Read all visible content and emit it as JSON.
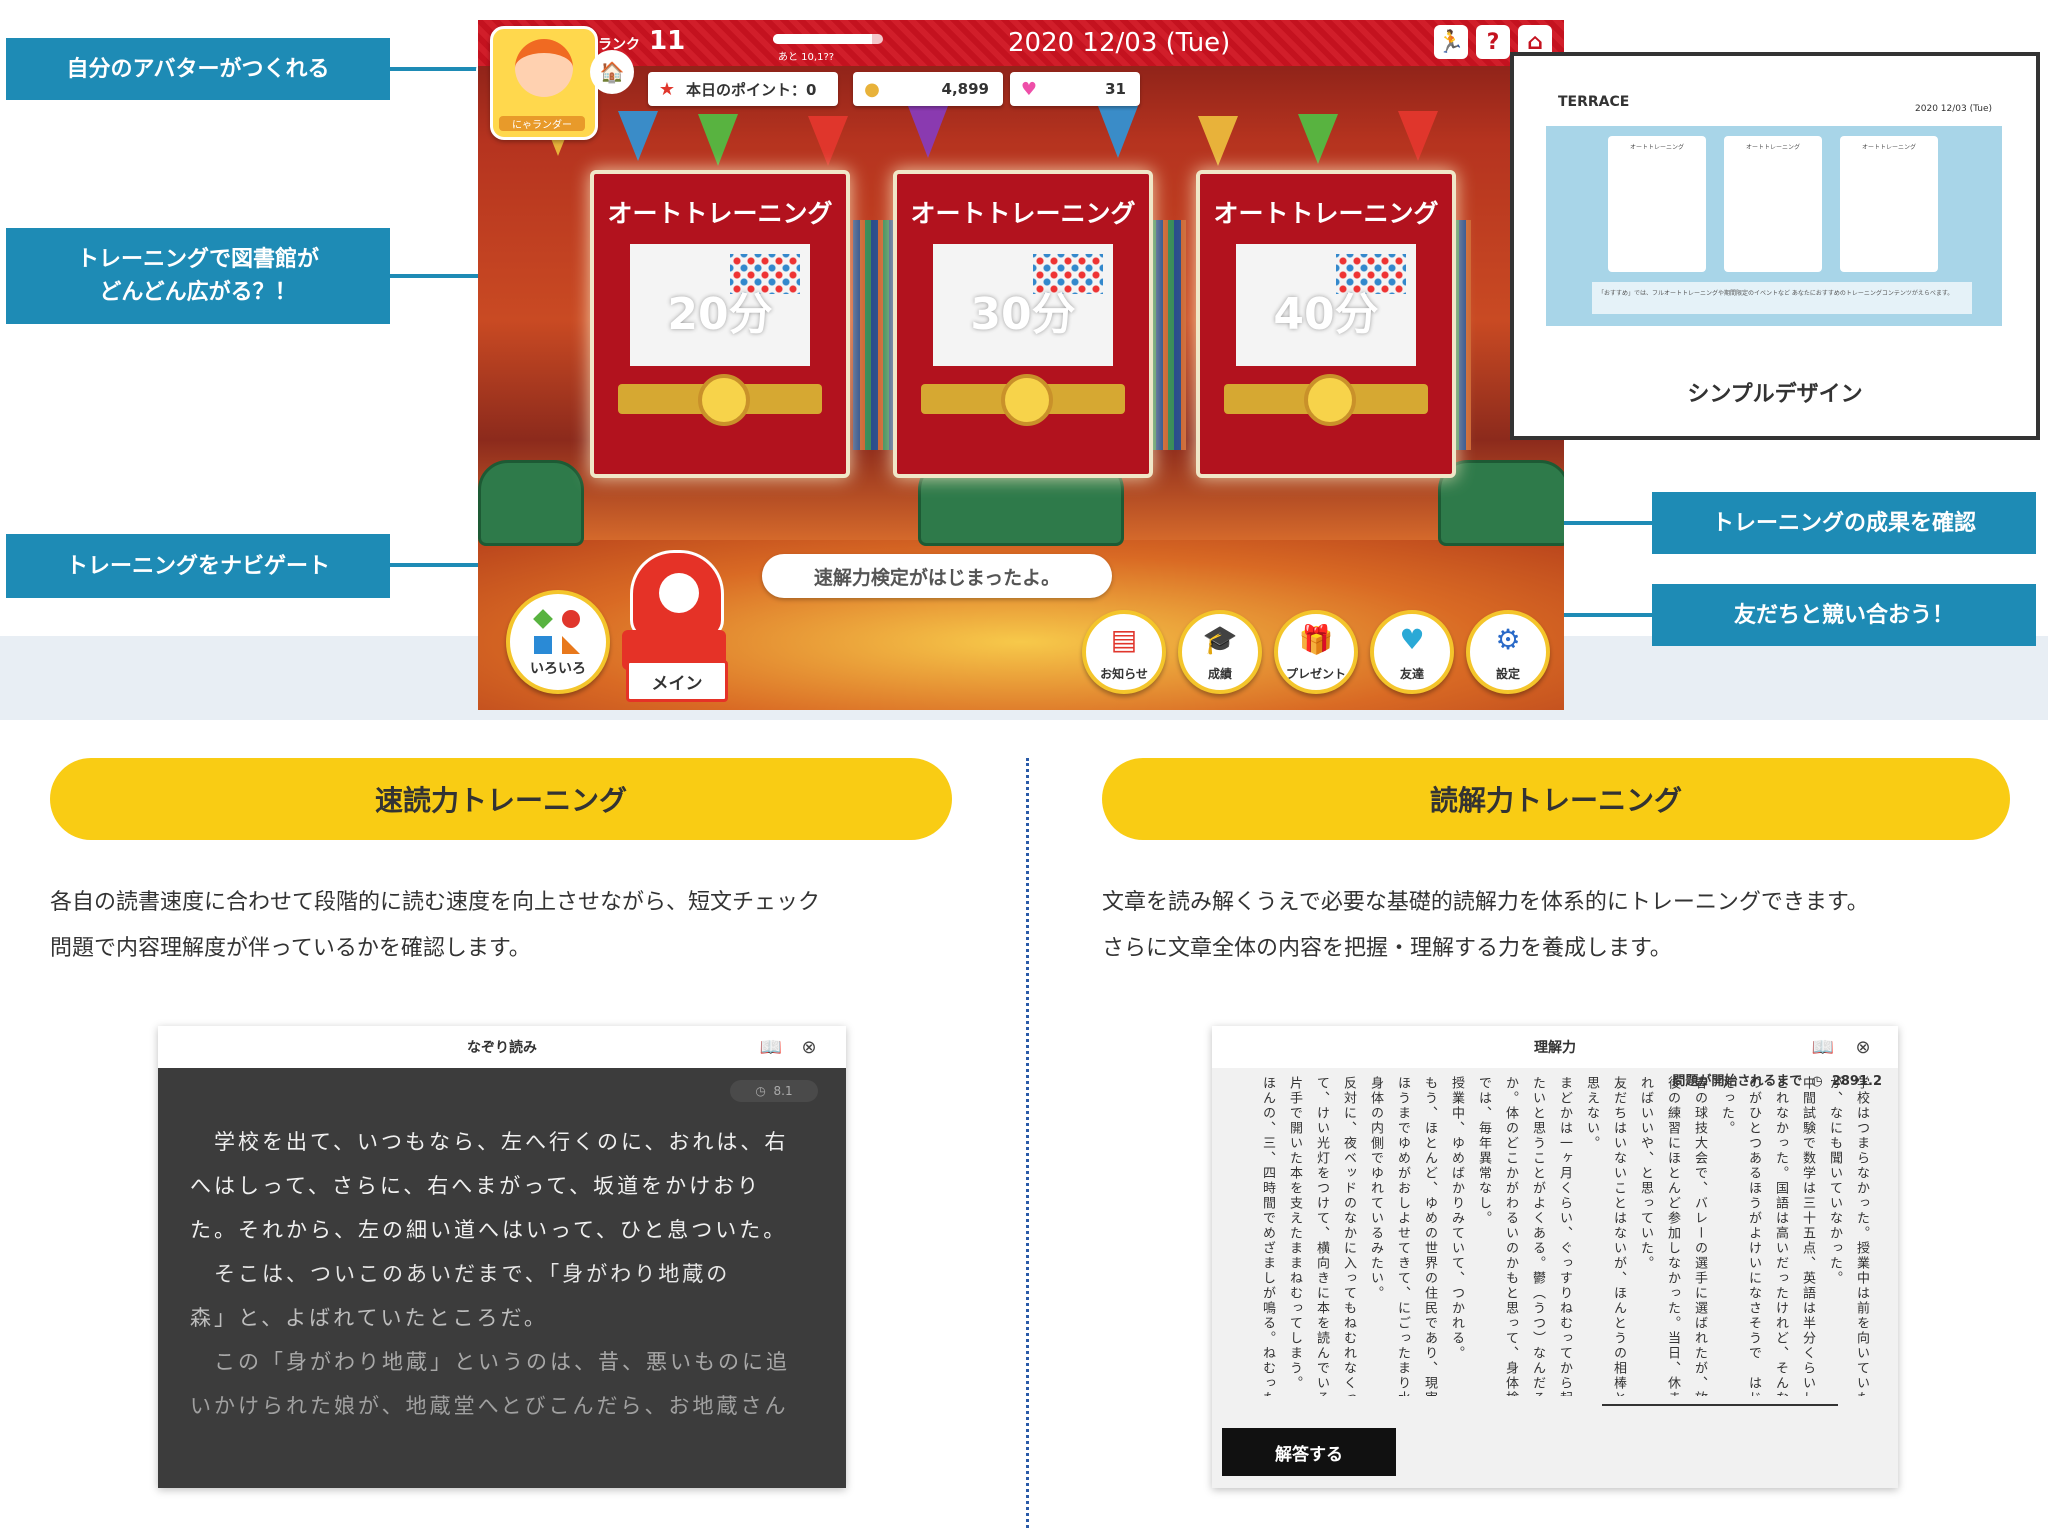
{
  "callouts": {
    "avatar": "自分のアバターがつくれる",
    "library": "トレーニングで図書館が\nどんどん広がる？！",
    "navigate": "トレーニングをナビゲート",
    "results": "トレーニングの成果を確認",
    "friends": "友だちと競い合おう！"
  },
  "game": {
    "rank_label": "ランク",
    "rank_value": "11",
    "rank_next": "あと 10,1??",
    "rank_progress": 0.9,
    "date": "2020 12/03 (Tue)",
    "avatar_name": "にゃランダー",
    "top_icons": [
      "runner-icon",
      "help-icon",
      "home-icon"
    ],
    "stats": {
      "points_label": "本日のポイント：0",
      "coins": "4,899",
      "hearts": "31"
    },
    "books": [
      {
        "title": "オートトレーニング",
        "minutes": "20分"
      },
      {
        "title": "オートトレーニング",
        "minutes": "30分"
      },
      {
        "title": "オートトレーニング",
        "minutes": "40分"
      }
    ],
    "speech": "速解力検定がはじまったよ。",
    "iroiro": "いろいろ",
    "main_button": "メイン",
    "nav": [
      {
        "label": "お知らせ",
        "icon": "notice-icon",
        "glyph": "▤",
        "color": "#e0362c"
      },
      {
        "label": "成績",
        "icon": "grad-cap-icon",
        "glyph": "🎓",
        "color": "#e8781c"
      },
      {
        "label": "プレゼント",
        "icon": "gift-icon",
        "glyph": "🎁",
        "color": "#58b340"
      },
      {
        "label": "友達",
        "icon": "heart-icon",
        "glyph": "♥",
        "color": "#2aa9d6"
      },
      {
        "label": "設定",
        "icon": "gear-icon",
        "glyph": "⚙",
        "color": "#2a6ac8"
      }
    ]
  },
  "preview": {
    "logo": "TERRACE",
    "date": "2020 12/03 (Tue)",
    "card_title": "オートトレーニング",
    "note": "「おすすめ」では、フルオートトレーニングや期間限定のイベントなど あなたにおすすめのトレーニングコンテンツがえらべます。",
    "caption": "シンプルデザイン"
  },
  "sections": {
    "speed": {
      "title": "速読力トレーニング",
      "desc1": "各自の読書速度に合わせて段階的に読む速度を向上させながら、短文チェック",
      "desc2": "問題で内容理解度が伴っているかを確認します。",
      "window_title": "なぞり読み",
      "timer": "8.1",
      "lines": [
        "　学校を出て、いつもなら、左へ行くのに、おれは、右",
        "へはしって、さらに、右へまがって、坂道をかけおり",
        "た。それから、左の細い道へはいって、ひと息ついた。",
        "　そこは、ついこのあいだまで、「身がわり地蔵の",
        "森」と、よばれていたところだ。",
        "　この「身がわり地蔵」というのは、昔、悪いものに追",
        "いかけられた娘が、地蔵堂へとびこんだら、お地蔵さん"
      ]
    },
    "comp": {
      "title": "読解力トレーニング",
      "desc1": "文章を読み解くうえで必要な基礎的読解力を体系的にトレーニングできます。",
      "desc2": "さらに文章全体の内容を把握・理解する力を養成します。",
      "window_title": "理解力",
      "countdown_label": "問題が開始されるまで",
      "countdown_value": "2891.2",
      "answer_button": "解答する",
      "columns": [
        "学校はつまらなかった。授業中は前を向いていた",
        "が、なにも聞いていなかった。",
        "中間試験で数学は三十五点、英語は半分くらいし",
        "とれなかった。国語は高いだったけれど、そんなも",
        "のがひとつあるほうがよけいになさそうで　はじ",
        "だった。",
        "春の球技大会で、バレーの選手に選ばれたが、放課",
        "後の練習にほとんど参加しなかった。当日、休まなけ",
        "ればいいや、と思っていた。",
        "友だちはいないことはないが、ほんとうの相棒とも",
        "思えない。",
        "まどかは一ヶ月くらい、ぐっすりねむってから起き",
        "たいと思うことがよくある。鬱（うつ）なんだろう",
        "か。体のどこかがわるいのかもと思って、身体検査",
        "では、毎年異常なし。",
        "授業中、ゆめばかりみていて、つかれる。",
        "もう、ほとんど、ゆめの世界の住民であり、現実の",
        "ほうまでゆめがおしよせてきて、にごったまり水が",
        "身体の内側でゆれているみたい。",
        "反対に、夜ベッドのなかに入ってもねむれなくっ",
        "て、けい光灯をつけて、横向きに本を読んでいると、",
        "片手で開いた本を支えたままねむってしまう。",
        "ほんの、三、四時間でめざましが鳴る。ねむった気"
      ]
    }
  }
}
